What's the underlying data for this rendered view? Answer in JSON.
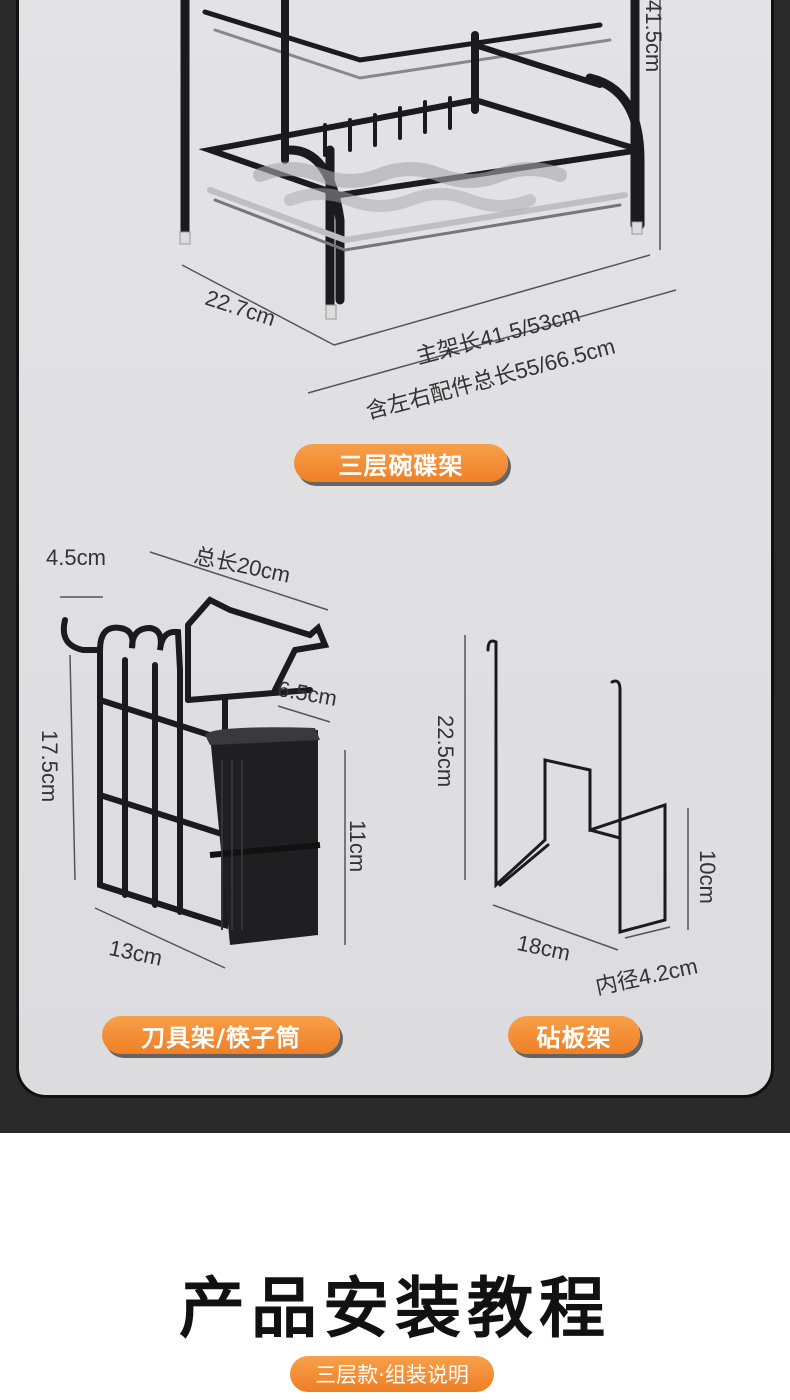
{
  "rack_section": {
    "dim_height_partial": "41.5cm",
    "dim_depth": "22.7cm",
    "dim_main_length": "主架长41.5/53cm",
    "dim_total_length": "含左右配件总长55/66.5cm",
    "label": "三层碗碟架"
  },
  "knife_section": {
    "dim_hook": "4.5cm",
    "dim_total_length": "总长20cm",
    "dim_cup_depth": "6.5cm",
    "dim_height": "17.5cm",
    "dim_cup_height": "11cm",
    "dim_width": "13cm",
    "label": "刀具架/筷子筒"
  },
  "board_section": {
    "dim_height": "22.5cm",
    "dim_inner_height": "10cm",
    "dim_width": "18cm",
    "dim_inner_diameter": "内径4.2cm",
    "label": "砧板架"
  },
  "tutorial": {
    "heading": "产品安装教程",
    "subtitle": "三层款·组装说明"
  },
  "colors": {
    "accent": "#ef7f25",
    "frame": "#2a2a2a",
    "panel": "#e0e0e3",
    "metal": "#1c1c1e"
  }
}
